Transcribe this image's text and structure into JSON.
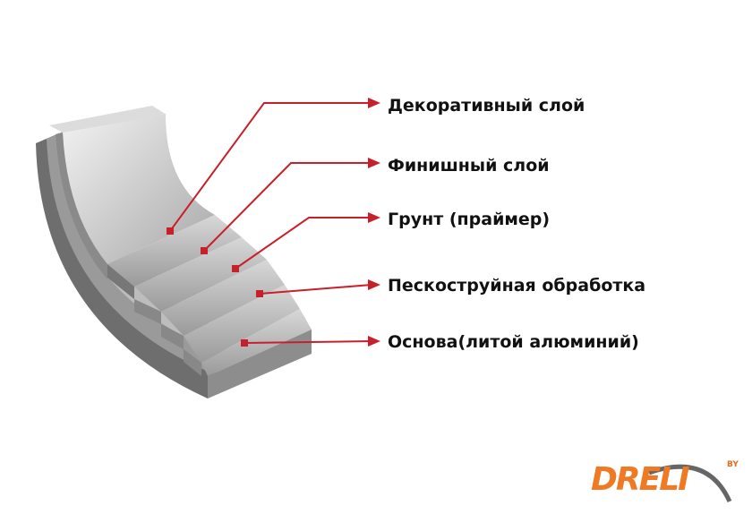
{
  "labels": [
    "Декоративный слой",
    "Финишный слой",
    "Грунт (праймер)",
    "Пескоструйная обработка",
    "Основа(литой алюминий)"
  ],
  "logo": {
    "text": "DRELI",
    "suffix": "BY"
  },
  "colors": {
    "arrow": "#c8202a",
    "logo": "#f07a23"
  }
}
